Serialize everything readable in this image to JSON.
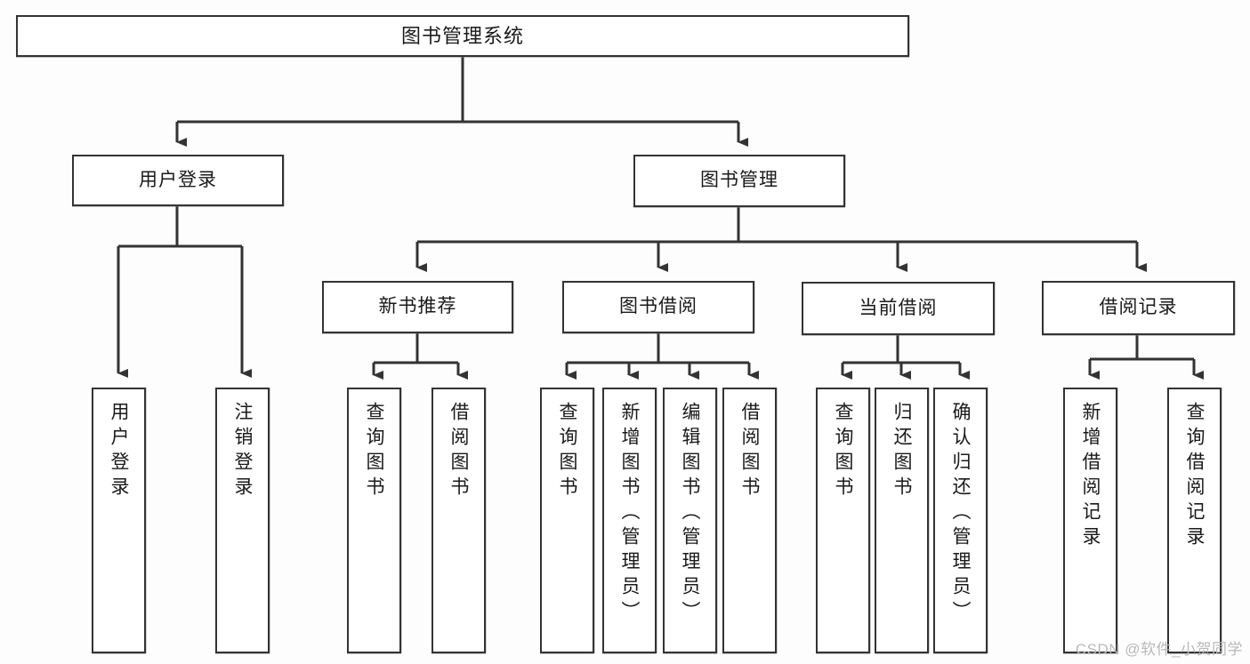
{
  "diagram": {
    "type": "tree-hierarchy",
    "title": "图书管理系统",
    "watermark": "CSDN @软件_小贺同学",
    "colors": {
      "border": "#333333",
      "node_fill": "#ffffff",
      "background": "#fdfdfd",
      "edge": "#333333",
      "watermark": "#b9b9b9"
    },
    "nodes": {
      "root": {
        "label": "图书管理系统"
      },
      "level2": [
        {
          "id": "user-login",
          "label": "用户登录"
        },
        {
          "id": "book-manage",
          "label": "图书管理"
        }
      ],
      "level3": [
        {
          "id": "new-book-recommend",
          "label": "新书推荐"
        },
        {
          "id": "book-borrow",
          "label": "图书借阅"
        },
        {
          "id": "current-borrow",
          "label": "当前借阅"
        },
        {
          "id": "borrow-record",
          "label": "借阅记录"
        }
      ],
      "leaves": {
        "user-login": [
          {
            "id": "leaf-user-login",
            "label": "用户登录"
          },
          {
            "id": "leaf-logout",
            "label": "注销登录"
          }
        ],
        "new-book-recommend": [
          {
            "id": "leaf-query-book-1",
            "label": "查询图书"
          },
          {
            "id": "leaf-borrow-book-1",
            "label": "借阅图书"
          }
        ],
        "book-borrow": [
          {
            "id": "leaf-query-book-2",
            "label": "查询图书"
          },
          {
            "id": "leaf-add-book",
            "label": "新增图书（管理员）"
          },
          {
            "id": "leaf-edit-book",
            "label": "编辑图书（管理员）"
          },
          {
            "id": "leaf-borrow-book-2",
            "label": "借阅图书"
          }
        ],
        "current-borrow": [
          {
            "id": "leaf-query-book-3",
            "label": "查询图书"
          },
          {
            "id": "leaf-return-book",
            "label": "归还图书"
          },
          {
            "id": "leaf-confirm-return",
            "label": "确认归还（管理员）"
          }
        ],
        "borrow-record": [
          {
            "id": "leaf-add-record",
            "label": "新增借阅记录"
          },
          {
            "id": "leaf-query-record",
            "label": "查询借阅记录"
          }
        ]
      }
    }
  }
}
